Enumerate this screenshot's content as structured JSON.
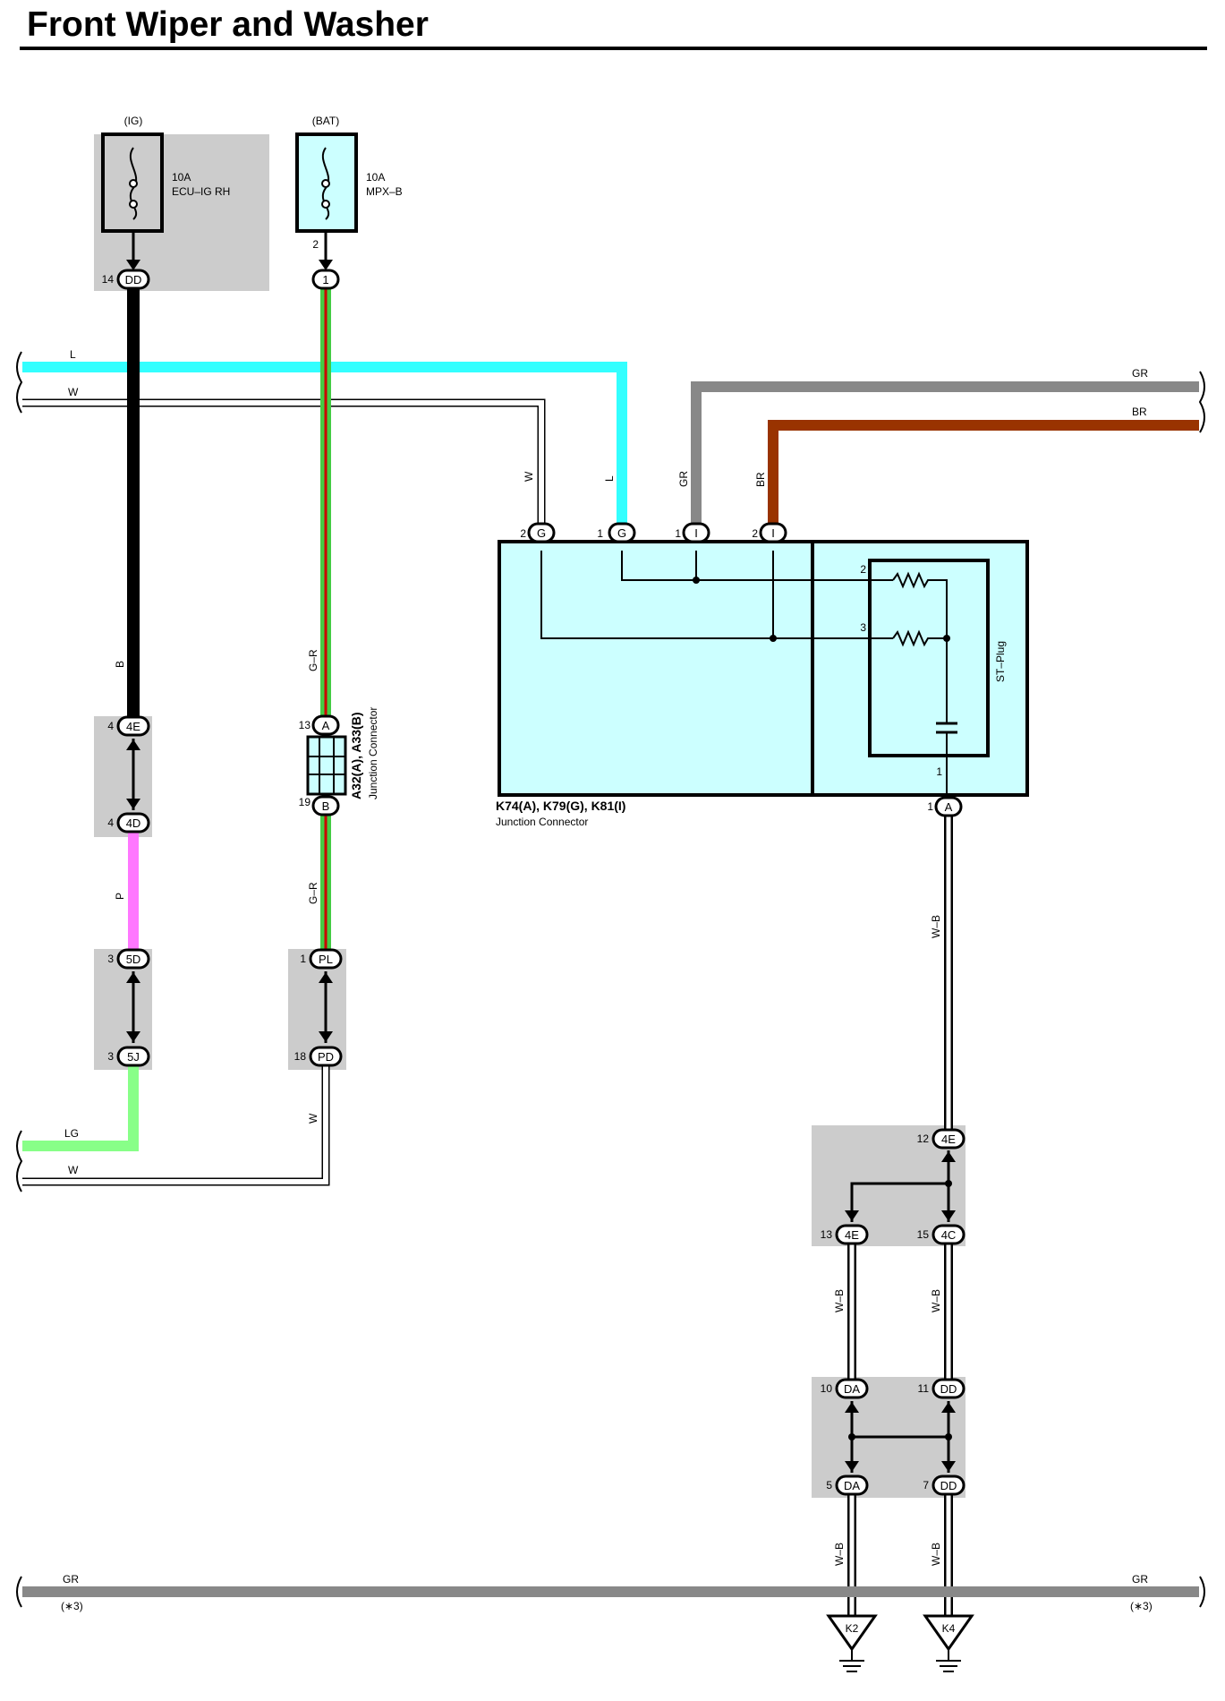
{
  "title": "Front Wiper and Washer",
  "colors": {
    "cyan_box": "#ccffff",
    "gray_box": "#cccccc",
    "L": "#33ffff",
    "B": "#000000",
    "P": "#ff77ff",
    "LG": "#88ff88",
    "GR": "#888888",
    "BR": "#993300",
    "G": "#44cc44",
    "R": "#cc0000",
    "W": "#ffffff",
    "W_B": "#ffffff"
  },
  "fuses": [
    {
      "id": "ig",
      "source": "(IG)",
      "rating": "10A",
      "name": "ECU–IG RH"
    },
    {
      "id": "bat",
      "source": "(BAT)",
      "rating": "10A",
      "name": "MPX–B"
    }
  ],
  "connectors": {
    "c14dd": "DD",
    "c2_1": "1",
    "c4e_top": "4E",
    "c4d": "4D",
    "c5d": "5D",
    "c5j": "5J",
    "c13a": "A",
    "c19b": "B",
    "c1pl": "PL",
    "c18pd": "PD",
    "c2g": "G",
    "c1g": "G",
    "c1i": "I",
    "c2i": "I",
    "c1a": "A",
    "c12_4e": "4E",
    "c13_4e": "4E",
    "c15_4c": "4C",
    "c10da": "DA",
    "c11dd": "DD",
    "c5da": "DA",
    "c7dd": "DD"
  },
  "pins": {
    "p14": "14",
    "p2bat": "2",
    "p4a": "4",
    "p4b": "4",
    "p3a": "3",
    "p3b": "3",
    "p13": "13",
    "p19": "19",
    "p1pl": "1",
    "p18": "18",
    "p2g": "2",
    "p1g": "1",
    "p1i": "1",
    "p2i": "2",
    "p1a": "1",
    "p12": "12",
    "p13b": "13",
    "p15": "15",
    "p10": "10",
    "p11": "11",
    "p5": "5",
    "p7": "7",
    "p_st2": "2",
    "p_st3": "3",
    "p_st1": "1"
  },
  "wire_labels": {
    "L": "L",
    "W_left": "W",
    "GR": "GR",
    "BR": "BR",
    "W_v": "W",
    "L_v": "L",
    "GR_v": "GR",
    "BR_v": "BR",
    "B": "B",
    "P": "P",
    "LG": "LG",
    "W_low": "W",
    "GR_l": "G–R",
    "GR_l2": "G–R",
    "W_pd": "W",
    "WB1": "W–B",
    "WB2": "W–B",
    "WB3": "W–B",
    "WB4": "W–B",
    "WB5": "W–B",
    "GR_bottom_left": "GR",
    "GR_bottom_right": "GR",
    "star3_left": "(∗3)",
    "star3_right": "(∗3)"
  },
  "junction_a": {
    "ids": "A32(A), A33(B)",
    "name": "Junction Connector"
  },
  "junction_k": {
    "ids": "K74(A), K79(G), K81(I)",
    "name": "Junction Connector"
  },
  "st_plug": "ST–Plug",
  "grounds": [
    {
      "id": "K2"
    },
    {
      "id": "K4"
    }
  ]
}
